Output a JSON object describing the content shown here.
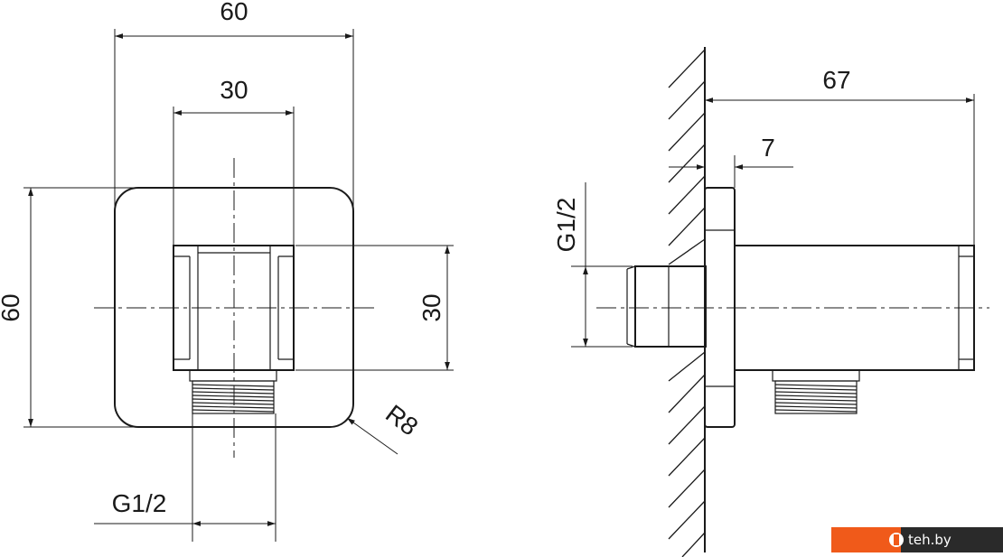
{
  "front_view": {
    "width_dim": "60",
    "inner_width_dim": "30",
    "height_dim": "60",
    "inner_height_dim": "30",
    "radius_dim": "R8",
    "thread_dim": "G1/2"
  },
  "side_view": {
    "depth_dim": "67",
    "plate_dim": "7",
    "thread_dim": "G1/2"
  },
  "watermark": {
    "text": "teh.by",
    "color": "#f05a1a"
  }
}
